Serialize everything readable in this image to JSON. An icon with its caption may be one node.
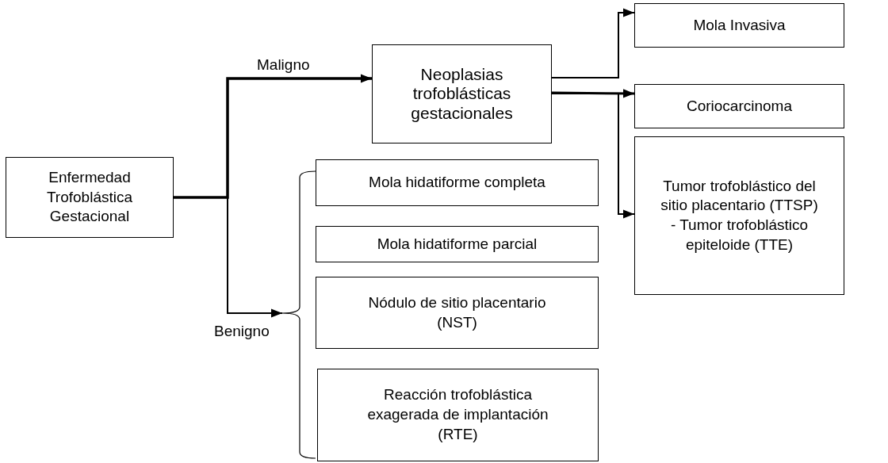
{
  "diagram": {
    "nodes": [
      {
        "text": [
          "Enfermedad Trofoblástica Gestacional"
        ]
      },
      {
        "text": [
          "Neoplasias trofoblásticas gestacionales"
        ]
      },
      {
        "text": [
          "Mola Invasiva"
        ]
      },
      {
        "text": [
          "Coriocarcinoma"
        ]
      },
      {
        "text": [
          "Tumor trofoblástico del sitio placentario (TTSP) - Tumor trofoblástico epiteloide (TTE)"
        ]
      },
      {
        "text": [
          "Mola hidatiforme completa"
        ]
      },
      {
        "text": [
          "Mola hidatiforme parcial"
        ]
      },
      {
        "text": [
          "Nódulo de sitio placentario (NST)"
        ]
      },
      {
        "text": [
          "Reacción trofoblástica exagerada de implantación (RTE)"
        ]
      },
      {
        "text": [],
        "shape": "bracket"
      }
    ],
    "edges": [
      {
        "from": 0,
        "to": 1,
        "arrow": "to",
        "label": "Maligno"
      },
      {
        "from": 0,
        "to": 9,
        "arrow": "to",
        "label": "Benigno"
      },
      {
        "from": 1,
        "to": 2,
        "arrow": "to"
      },
      {
        "from": 1,
        "to": 3,
        "arrow": "to"
      },
      {
        "from": 1,
        "to": 4,
        "arrow": "to"
      }
    ]
  }
}
